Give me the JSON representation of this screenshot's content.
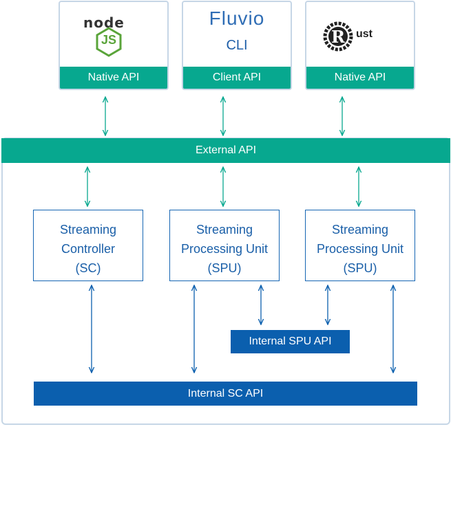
{
  "clients": [
    {
      "logo_text": "node",
      "logo_sub": "JS",
      "api_label": "Native  API"
    },
    {
      "logo_text": "Fluvio",
      "logo_sub": "CLI",
      "api_label": "Client API"
    },
    {
      "logo_text": "ust",
      "logo_sub": "R",
      "api_label": "Native  API"
    }
  ],
  "external_api": "External API",
  "nodes": [
    {
      "line1": "Streaming",
      "line2": "Controller",
      "line3": "(SC)"
    },
    {
      "line1": "Streaming",
      "line2": "Processing Unit",
      "line3": "(SPU)"
    },
    {
      "line1": "Streaming",
      "line2": "Processing Unit",
      "line3": "(SPU)"
    }
  ],
  "internal_spu_api": "Internal SPU API",
  "internal_sc_api": "Internal SC API",
  "colors": {
    "green": "#07a88f",
    "blue": "#0b5fae",
    "border": "#c6d6e6"
  }
}
